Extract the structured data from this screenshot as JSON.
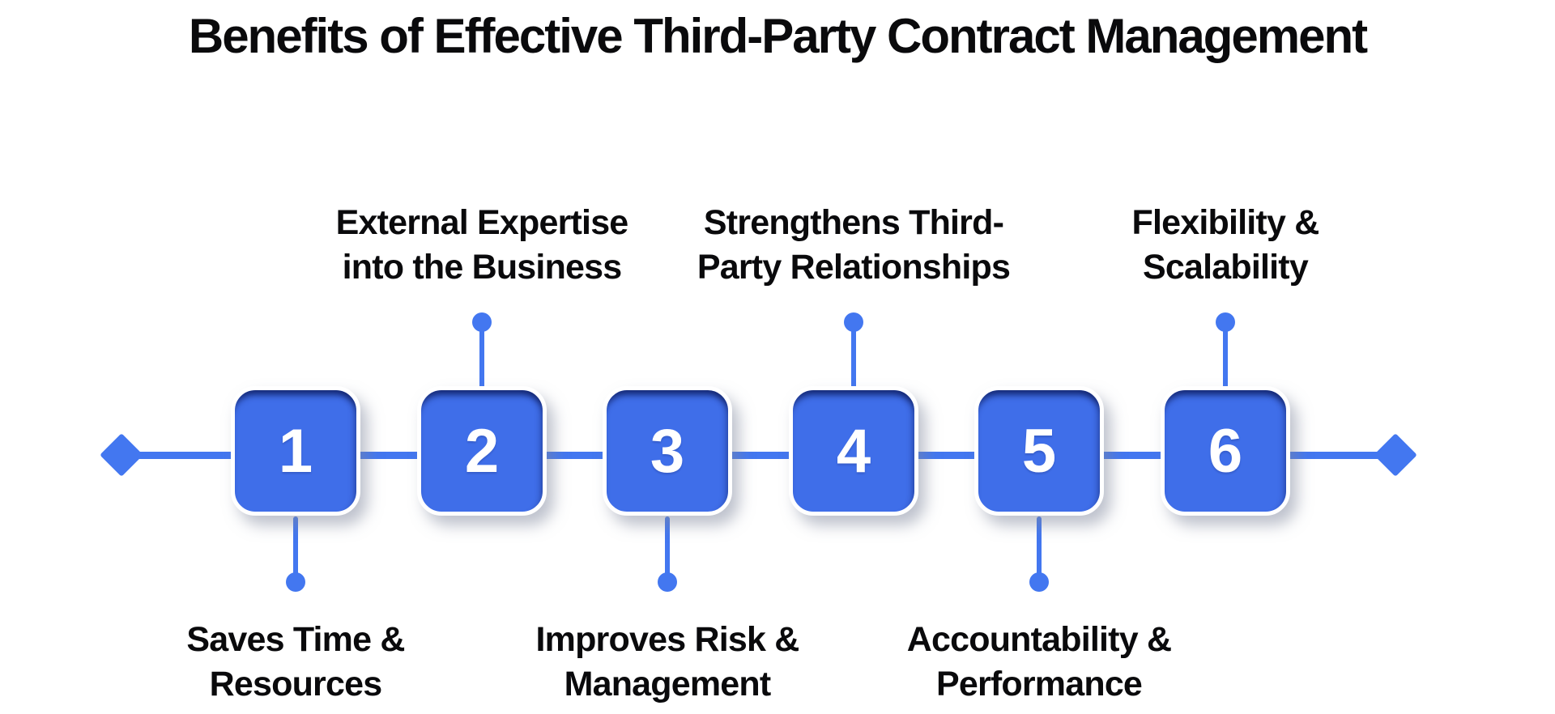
{
  "title": "Benefits of Effective Third-Party Contract Management",
  "colors": {
    "accent": "#4377F0",
    "box_fill": "#3F6EE9",
    "box_bevel": "#0D1B5C",
    "text": "#0A0A0C",
    "number": "#FFFFFF",
    "background": "#FFFFFF"
  },
  "icons": {
    "axis_endpoints": "diamond",
    "connectors": "dot"
  },
  "timeline": {
    "steps": [
      {
        "number": "1",
        "label_lines": [
          "Saves Time &",
          "Resources"
        ],
        "label_position": "below"
      },
      {
        "number": "2",
        "label_lines": [
          "External Expertise",
          "into the Business"
        ],
        "label_position": "above"
      },
      {
        "number": "3",
        "label_lines": [
          "Improves Risk &",
          "Management"
        ],
        "label_position": "below"
      },
      {
        "number": "4",
        "label_lines": [
          "Strengthens Third-",
          "Party Relationships"
        ],
        "label_position": "above"
      },
      {
        "number": "5",
        "label_lines": [
          "Accountability &",
          "Performance"
        ],
        "label_position": "below"
      },
      {
        "number": "6",
        "label_lines": [
          "Flexibility &",
          "Scalability"
        ],
        "label_position": "above"
      }
    ]
  }
}
